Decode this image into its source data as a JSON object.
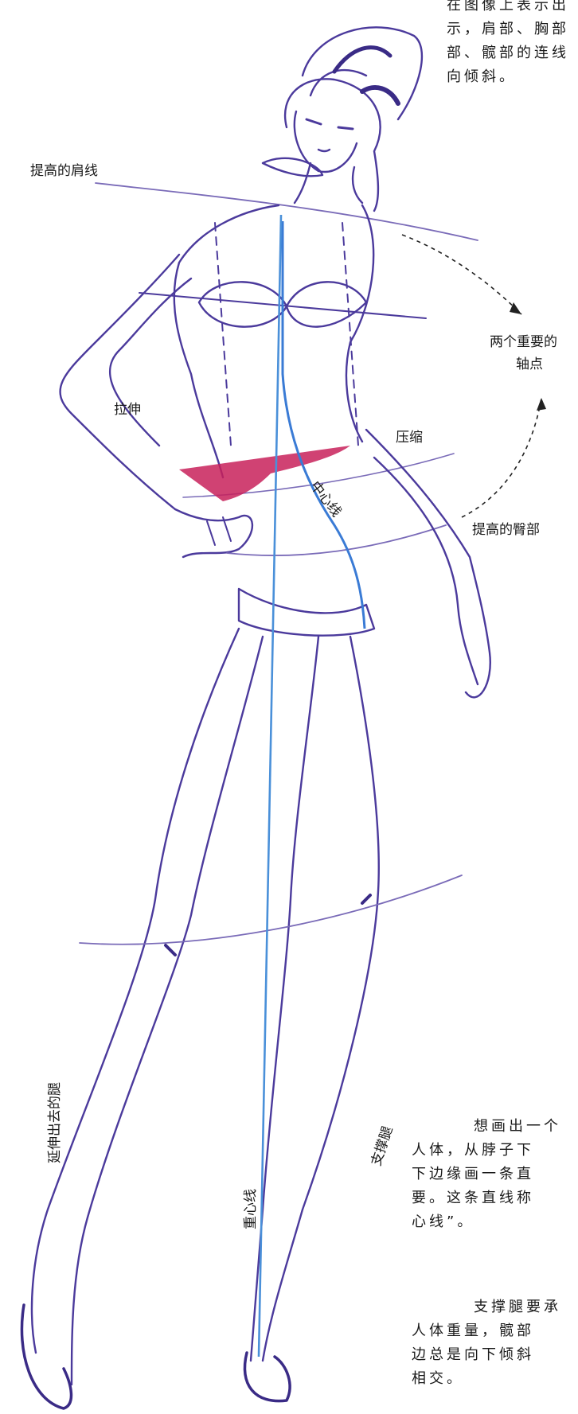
{
  "top_note": {
    "lines": [
      "在图像上表示出",
      "示，肩部、胸部",
      "部、髋部的连线",
      "向倾斜。"
    ]
  },
  "labels": {
    "raised_shoulder": "提高的肩线",
    "pivot_points_line1": "两个重要的",
    "pivot_points_line2": "轴点",
    "stretch": "拉伸",
    "compress": "压缩",
    "center_line": "中心线",
    "raised_hip": "提高的臀部",
    "extended_leg": "延伸出去的腿",
    "support_leg": "支撑腿",
    "gravity_line": "重心线"
  },
  "bottom_note": {
    "paragraph1": [
      "想画出一个",
      "人体，从脖子下",
      "下边缘画一条直",
      "要。这条直线称",
      "心线”。"
    ],
    "paragraph2": [
      "支撑腿要承",
      "人体重量，髋部",
      "边总是向下倾斜",
      "相交。"
    ]
  },
  "colors": {
    "sketch": "#4b3a9c",
    "center_line": "#3a7bd5",
    "gravity_line": "#4a90d9",
    "compress_area": "#c8215a",
    "guide": "#7a6bb8"
  }
}
